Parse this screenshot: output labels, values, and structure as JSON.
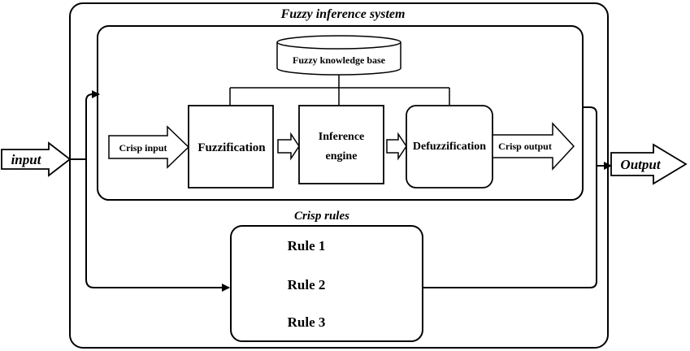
{
  "diagram": {
    "system_title": "Fuzzy inference system",
    "knowledge_base": "Fuzzy knowledge base",
    "input_label": "input",
    "output_label": "Output",
    "crisp_input": "Crisp input",
    "crisp_output": "Crisp output",
    "fuzzification": "Fuzzification",
    "inference_line1": "Inference",
    "inference_line2": "engine",
    "defuzzification": "Defuzzification",
    "crisp_rules_title": "Crisp rules",
    "rules": [
      "Rule 1",
      "Rule 2",
      "Rule 3"
    ]
  }
}
